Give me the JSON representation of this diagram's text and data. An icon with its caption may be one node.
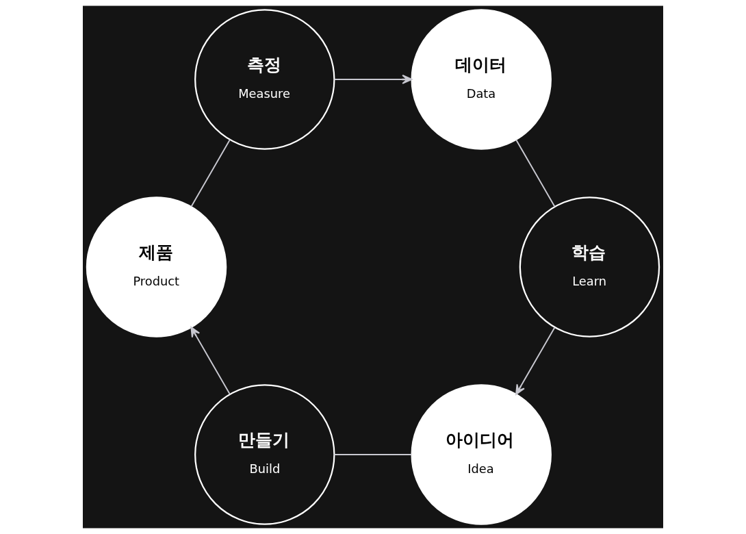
{
  "diagram": {
    "nodes": [
      {
        "text": [
          "아이디어",
          "Idea"
        ]
      },
      {
        "text": [
          "만들기",
          "Build"
        ]
      },
      {
        "text": [
          "제품",
          "Product"
        ]
      },
      {
        "text": [
          "측정",
          "Measure"
        ]
      },
      {
        "text": [
          "데이터",
          "Data"
        ]
      },
      {
        "text": [
          "학습",
          "Learn"
        ]
      }
    ],
    "edges": [
      {
        "from": 0,
        "to": 1,
        "arrow": "none"
      },
      {
        "from": 1,
        "to": 2,
        "arrow": "to"
      },
      {
        "from": 2,
        "to": 3,
        "arrow": "none"
      },
      {
        "from": 3,
        "to": 4,
        "arrow": "to"
      },
      {
        "from": 4,
        "to": 5,
        "arrow": "none"
      },
      {
        "from": 5,
        "to": 0,
        "arrow": "to"
      }
    ]
  }
}
